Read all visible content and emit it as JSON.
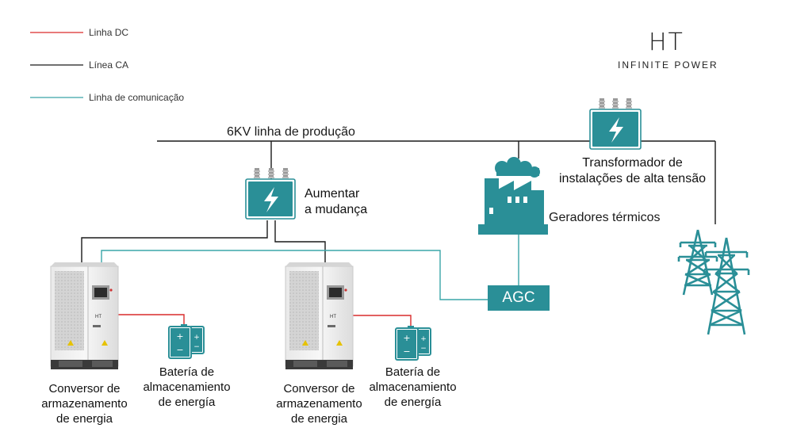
{
  "legend": {
    "dc": "Linha DC",
    "ac": "Línea CA",
    "comm": "Linha de comunicação"
  },
  "colors": {
    "dc_line": "#d92b2b",
    "ac_line": "#1a1a1a",
    "comm_line": "#3aa5a8",
    "teal": "#2a8f97"
  },
  "brand": {
    "logo": "HT",
    "tagline": "INFINITE POWER"
  },
  "labels": {
    "bus": "6KV linha de produção",
    "step_up_line1": "Aumentar",
    "step_up_line2": "a mudança",
    "hv_transformer_line1": "Transformador de",
    "hv_transformer_line2": "instalações de alta tensão",
    "thermal": "Geradores térmicos",
    "agc": "AGC",
    "converter1": [
      "Conversor de",
      "armazenamento",
      "de energia"
    ],
    "battery1": [
      "Batería de",
      "almacenamiento",
      "de energía"
    ],
    "converter2": [
      "Conversor de",
      "armazenamento",
      "de energia"
    ],
    "battery2": [
      "Batería de",
      "almacenamiento",
      "de energía"
    ]
  },
  "icons": {
    "transformer": "transformer-icon",
    "factory": "factory-icon",
    "tower": "transmission-tower-icon",
    "cabinet": "converter-cabinet-icon",
    "battery": "battery-icon"
  }
}
